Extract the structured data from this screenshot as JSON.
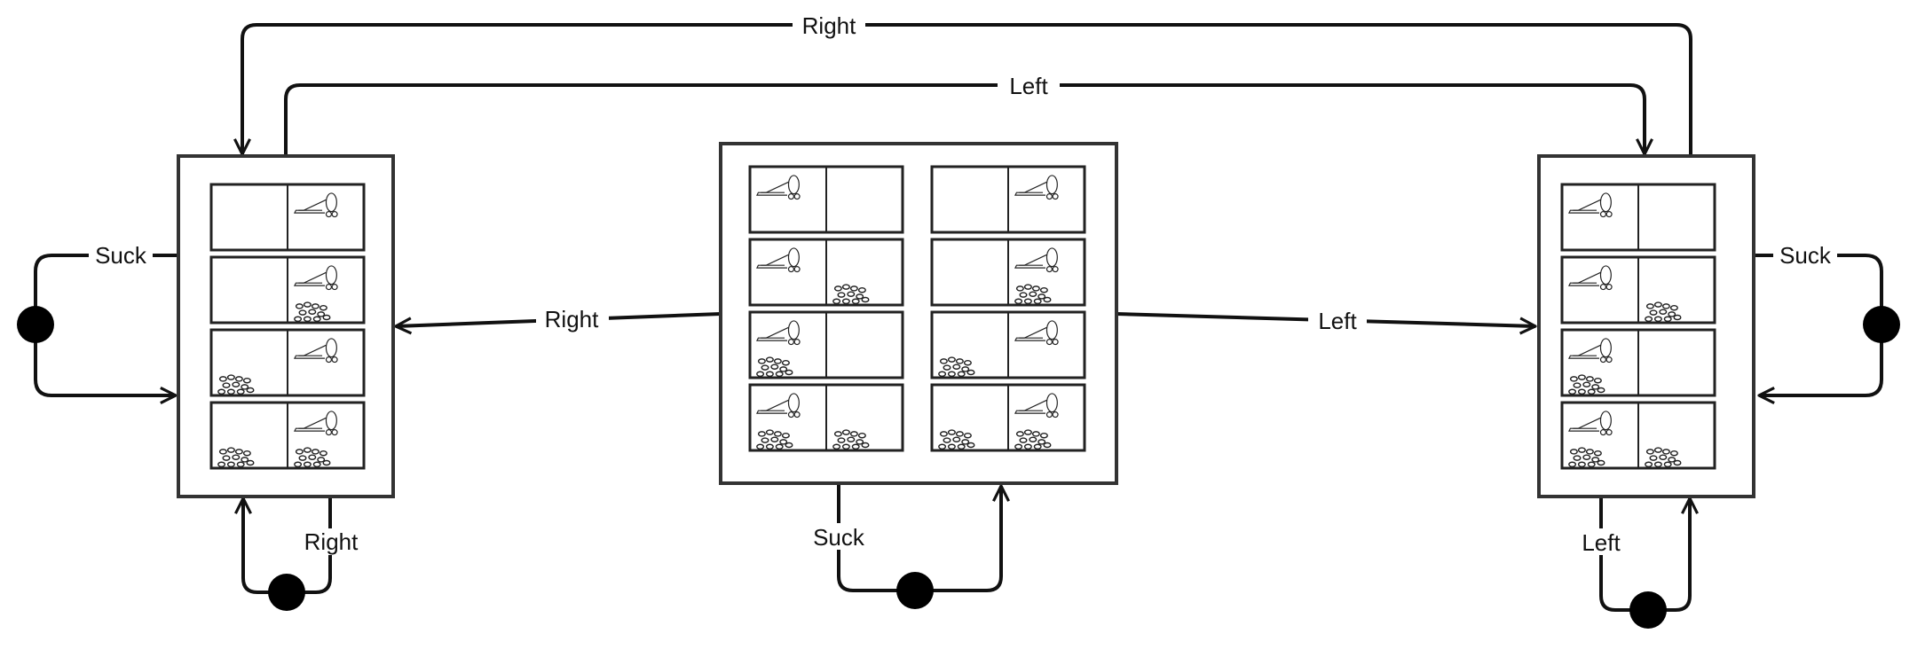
{
  "diagram": {
    "edges": [
      {
        "id": "top-right",
        "label": "Right"
      },
      {
        "id": "top-left",
        "label": "Left"
      },
      {
        "id": "center-to-left",
        "label": "Right"
      },
      {
        "id": "center-to-right",
        "label": "Left"
      },
      {
        "id": "left-suck-loop",
        "label": "Suck"
      },
      {
        "id": "left-right-loop",
        "label": "Right"
      },
      {
        "id": "center-suck-loop",
        "label": "Suck"
      },
      {
        "id": "right-suck-loop",
        "label": "Suck"
      },
      {
        "id": "right-left-loop",
        "label": "Left"
      }
    ],
    "belief_states": {
      "left": [
        {
          "left": {
            "vacuum": false,
            "dirt": false
          },
          "right": {
            "vacuum": true,
            "dirt": false
          }
        },
        {
          "left": {
            "vacuum": false,
            "dirt": false
          },
          "right": {
            "vacuum": true,
            "dirt": true
          }
        },
        {
          "left": {
            "vacuum": false,
            "dirt": true
          },
          "right": {
            "vacuum": true,
            "dirt": false
          }
        },
        {
          "left": {
            "vacuum": false,
            "dirt": true
          },
          "right": {
            "vacuum": true,
            "dirt": true
          }
        }
      ],
      "center_a": [
        {
          "left": {
            "vacuum": true,
            "dirt": false
          },
          "right": {
            "vacuum": false,
            "dirt": false
          }
        },
        {
          "left": {
            "vacuum": true,
            "dirt": false
          },
          "right": {
            "vacuum": false,
            "dirt": true
          }
        },
        {
          "left": {
            "vacuum": true,
            "dirt": true
          },
          "right": {
            "vacuum": false,
            "dirt": false
          }
        },
        {
          "left": {
            "vacuum": true,
            "dirt": true
          },
          "right": {
            "vacuum": false,
            "dirt": true
          }
        }
      ],
      "center_b": [
        {
          "left": {
            "vacuum": false,
            "dirt": false
          },
          "right": {
            "vacuum": true,
            "dirt": false
          }
        },
        {
          "left": {
            "vacuum": false,
            "dirt": false
          },
          "right": {
            "vacuum": true,
            "dirt": true
          }
        },
        {
          "left": {
            "vacuum": false,
            "dirt": true
          },
          "right": {
            "vacuum": true,
            "dirt": false
          }
        },
        {
          "left": {
            "vacuum": false,
            "dirt": true
          },
          "right": {
            "vacuum": true,
            "dirt": true
          }
        }
      ],
      "right": [
        {
          "left": {
            "vacuum": true,
            "dirt": false
          },
          "right": {
            "vacuum": false,
            "dirt": false
          }
        },
        {
          "left": {
            "vacuum": true,
            "dirt": false
          },
          "right": {
            "vacuum": false,
            "dirt": true
          }
        },
        {
          "left": {
            "vacuum": true,
            "dirt": true
          },
          "right": {
            "vacuum": false,
            "dirt": false
          }
        },
        {
          "left": {
            "vacuum": true,
            "dirt": true
          },
          "right": {
            "vacuum": false,
            "dirt": true
          }
        }
      ]
    }
  }
}
